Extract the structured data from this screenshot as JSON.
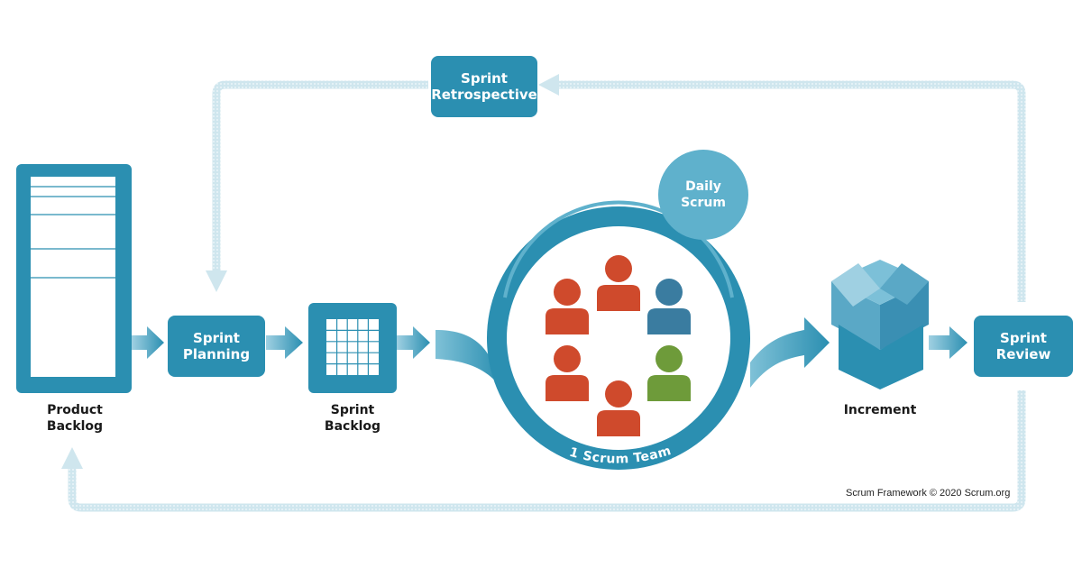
{
  "colors": {
    "primary": "#2b8fb1",
    "light_arrow": "#cfe6ee",
    "red": "#cf4a2c",
    "blue": "#3a7ca0",
    "green": "#6e9b3a"
  },
  "nodes": {
    "product_backlog": {
      "line1": "Product",
      "line2": "Backlog"
    },
    "sprint_planning": {
      "line1": "Sprint",
      "line2": "Planning"
    },
    "sprint_backlog": {
      "line1": "Sprint",
      "line2": "Backlog"
    },
    "sprint_retrospective": {
      "line1": "Sprint",
      "line2": "Retrospective"
    },
    "daily_scrum": {
      "line1": "Daily",
      "line2": "Scrum"
    },
    "scrum_team": {
      "label": "1 Scrum Team"
    },
    "increment": {
      "label": "Increment"
    },
    "sprint_review": {
      "line1": "Sprint",
      "line2": "Review"
    }
  },
  "credit": "Scrum Framework © 2020 Scrum.org"
}
